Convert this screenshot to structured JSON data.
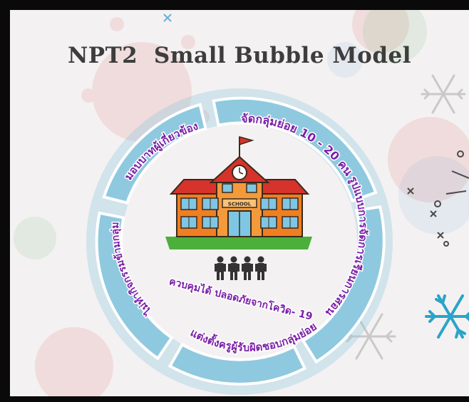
{
  "title": "NPT2  Small Bubble Model",
  "segments": [
    {
      "text": "จัดกลุ่มย่อย 10 - 20 คน"
    },
    {
      "text": "รูปแบบการจัดการเรียนการสอน"
    },
    {
      "text": "แต่งตั้งครูผู้รับผิดชอบกลุ่มย่อย"
    },
    {
      "text": "ไม่ทำกิจกรรมข้ามกลุ่ม"
    },
    {
      "text": "มอบบาทผู้เกี่ยวข้อง"
    }
  ],
  "center": {
    "school_sign": "SCHOOL",
    "caption": "ควบคุมได้ ปลอดภัยจากโควิด- 19"
  },
  "colors": {
    "ring": "#8fc9df",
    "ring_inner": "#b8deeb",
    "segment_text": "#7a1fa8",
    "building": "#f07e22",
    "roof": "#d6332c",
    "grass": "#4caf3a"
  }
}
